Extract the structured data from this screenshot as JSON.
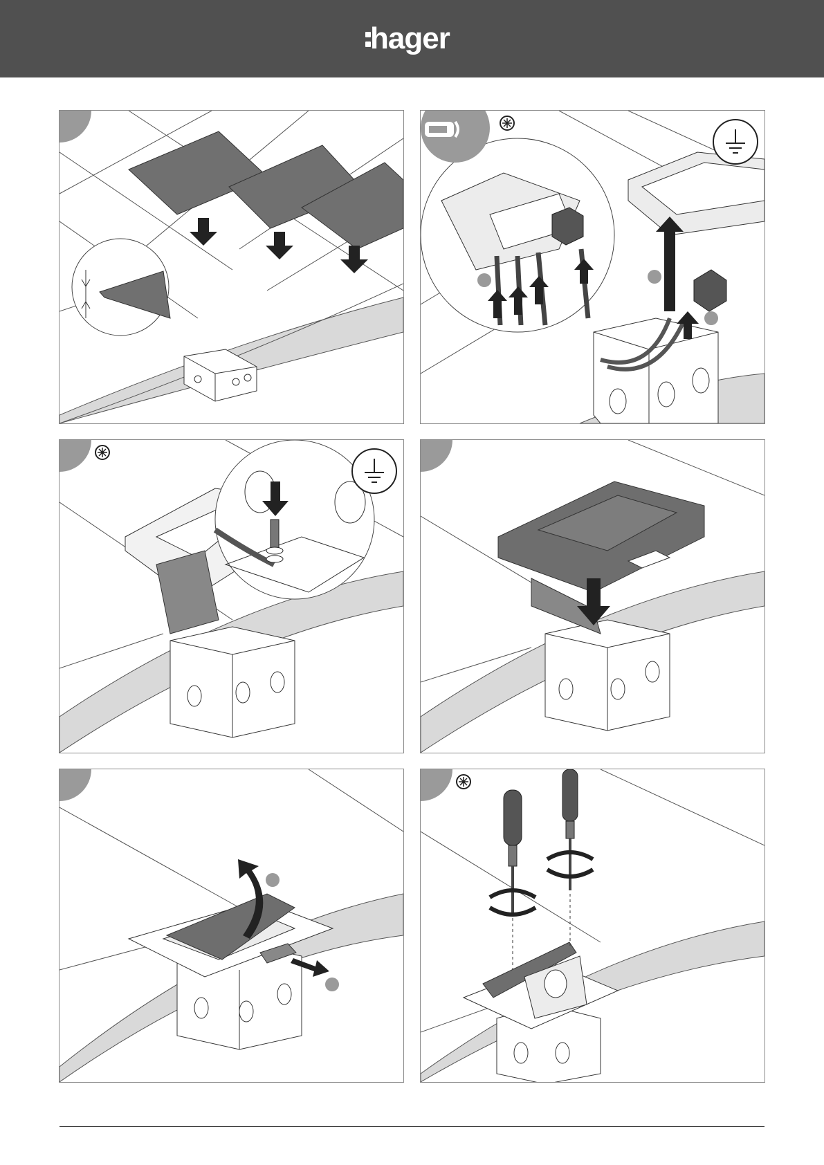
{
  "header": {
    "brand": "hager",
    "background": "#505050",
    "text_color": "#ffffff"
  },
  "panels": [
    {
      "id": "step-1",
      "badge": "",
      "icons": []
    },
    {
      "id": "step-2",
      "badge": "",
      "icons": [
        "tool-icon",
        "earth-ground-icon",
        "wire-strip-icon"
      ]
    },
    {
      "id": "step-3",
      "badge": "",
      "icons": [
        "tool-icon",
        "earth-ground-icon"
      ]
    },
    {
      "id": "step-4",
      "badge": "",
      "icons": []
    },
    {
      "id": "step-5",
      "badge": "",
      "icons": []
    },
    {
      "id": "step-6",
      "badge": "",
      "icons": [
        "tool-icon"
      ]
    }
  ],
  "colors": {
    "badge": "#9a9a9a",
    "plate": "#6e6e6e",
    "floor_band": "#d9d9d9",
    "line": "#444444"
  }
}
